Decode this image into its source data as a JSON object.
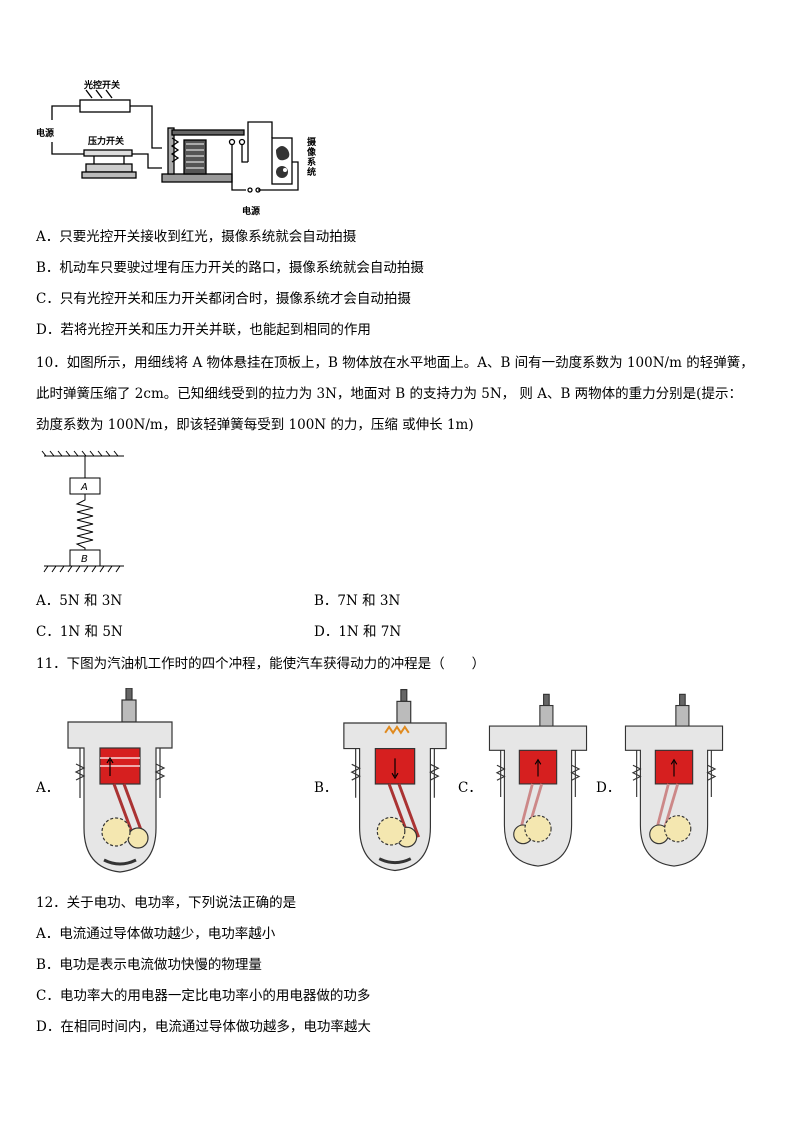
{
  "q9": {
    "figure": {
      "light_switch": "光控开关",
      "power_left": "电源",
      "pressure_switch": "压力开关",
      "camera_system": "摄像系统",
      "power_bottom": "电源"
    },
    "options": [
      "A．只要光控开关接收到红光，摄像系统就会自动拍摄",
      "B．机动车只要驶过埋有压力开关的路口，摄像系统就会自动拍摄",
      "C．只有光控开关和压力开关都闭合时，摄像系统才会自动拍摄",
      "D．若将光控开关和压力开关并联，也能起到相同的作用"
    ]
  },
  "q10": {
    "lines": [
      "10．如图所示，用细线将 A 物体悬挂在顶板上，B 物体放在水平地面上。A、B 间有一劲度系数为 100N/m 的轻弹簧，",
      "此时弹簧压缩了 2cm。已知细线受到的拉力为 3N，地面对 B 的支持力为 5N， 则 A、B 两物体的重力分别是(提示：",
      "劲度系数为 100N/m，即该轻弹簧每受到 100N 的力，压缩 或伸长 1m)"
    ],
    "figure": {
      "a": "A",
      "b": "B"
    },
    "options": [
      "A．5N 和 3N",
      "B．7N 和 3N",
      "C．1N 和 5N",
      "D．1N 和 7N"
    ]
  },
  "q11": {
    "question": "11．下图为汽油机工作时的四个冲程，能使汽车获得动力的冲程是（　　）",
    "labels": [
      "A．",
      "B．",
      "C．",
      "D．"
    ]
  },
  "q12": {
    "question": "12．关于电功、电功率，下列说法正确的是",
    "options": [
      "A．电流通过导体做功越少，电功率越小",
      "B．电功是表示电流做功快慢的物理量",
      "C．电功率大的用电器一定比电功率小的用电器做的功多",
      "D．在相同时间内，电流通过导体做功越多，电功率越大"
    ]
  }
}
